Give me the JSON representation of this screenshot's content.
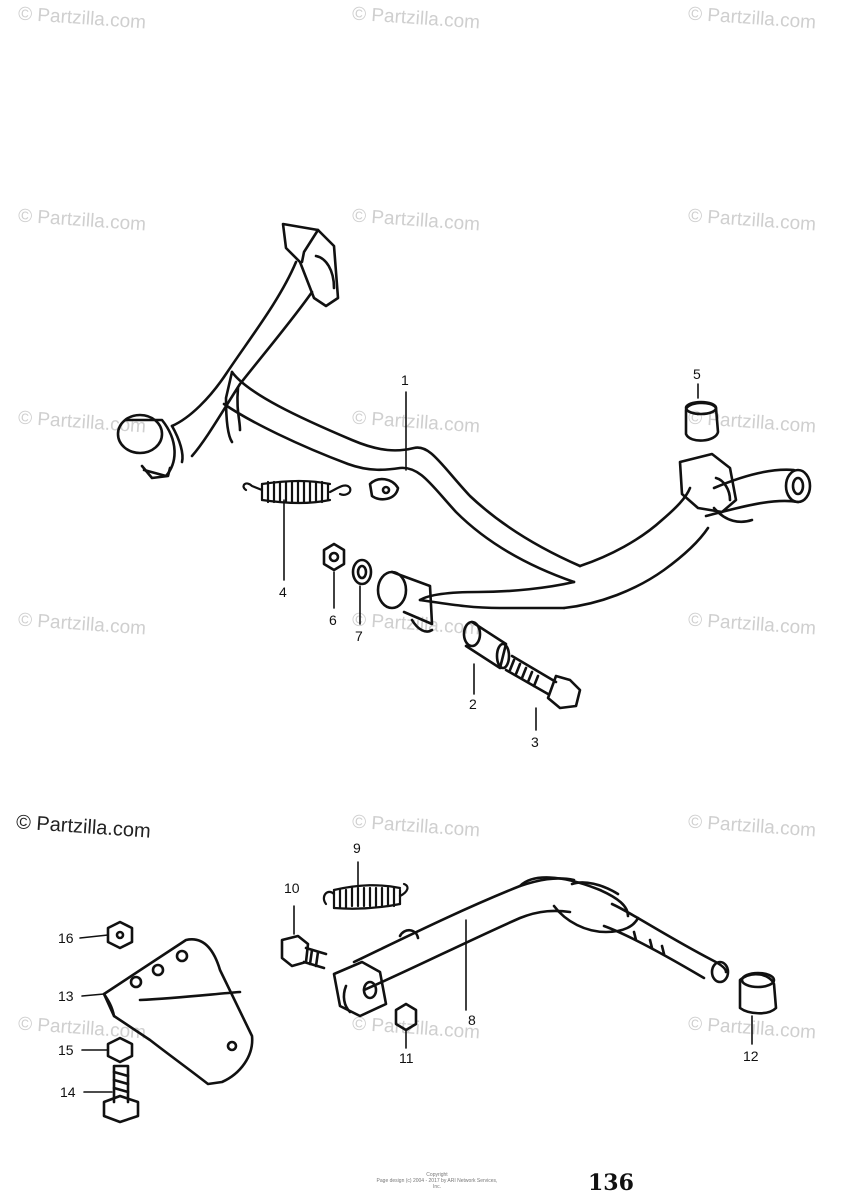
{
  "watermark": "© Partzilla.com",
  "page_number": "136",
  "copyright": {
    "line1": "Copyright",
    "line2": "Page design (c) 2004 - 2017 by ARI Network Services, Inc."
  },
  "callouts": [
    "1",
    "2",
    "3",
    "4",
    "5",
    "6",
    "7",
    "8",
    "9",
    "10",
    "11",
    "12",
    "13",
    "14",
    "15",
    "16"
  ],
  "line_color": "#111111"
}
